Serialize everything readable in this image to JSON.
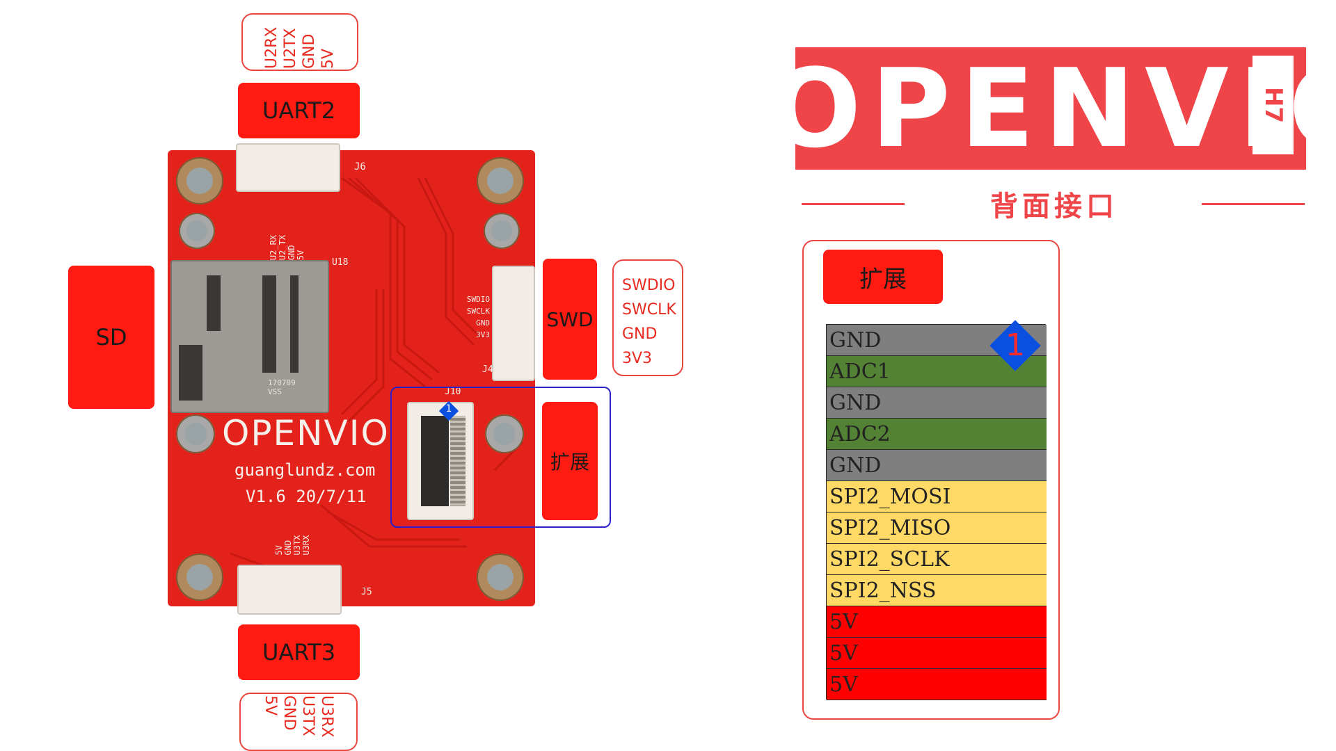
{
  "board": {
    "silk_brand": "OPENVIO",
    "silk_url": "guanglundz.com",
    "silk_version": "V1.6 20/7/11",
    "j6_silk": [
      "U2_RX",
      "U2_TX",
      "GND",
      "5V"
    ],
    "j5_silk": [
      "5V",
      "GND",
      "U3TX",
      "U3RX"
    ],
    "swd_silk": [
      "SWDIO",
      "SWCLK",
      "GND",
      "3V3"
    ],
    "ref_j6": "J6",
    "ref_j5": "J5",
    "ref_j4": "J4",
    "ref_j10": "J10",
    "ref_u18": "U18",
    "sd_print": "170709\nVSS",
    "pin1": "1"
  },
  "labels": {
    "uart2": "UART2",
    "uart3": "UART3",
    "sd": "SD",
    "swd": "SWD",
    "expansion": "扩展"
  },
  "pins": {
    "uart2": [
      "U2RX",
      "U2TX",
      "GND",
      "5V"
    ],
    "uart3": [
      "U3RX",
      "U3TX",
      "GND",
      "5V"
    ],
    "swd": [
      "SWDIO",
      "SWCLK",
      "GND",
      "3V3"
    ]
  },
  "header": {
    "logo_text": "OPENVIO",
    "logo_sub": "H7",
    "subtitle": "背面接口"
  },
  "panel": {
    "title": "扩展",
    "pin1_marker": "1",
    "rows": [
      {
        "label": "GND",
        "color": "#7f7f7f"
      },
      {
        "label": "ADC1",
        "color": "#548235"
      },
      {
        "label": "GND",
        "color": "#7f7f7f"
      },
      {
        "label": "ADC2",
        "color": "#548235"
      },
      {
        "label": "GND",
        "color": "#7f7f7f"
      },
      {
        "label": "SPI2_MOSI",
        "color": "#ffd966"
      },
      {
        "label": "SPI2_MISO",
        "color": "#ffd966"
      },
      {
        "label": "SPI2_SCLK",
        "color": "#ffd966"
      },
      {
        "label": "SPI2_NSS",
        "color": "#ffd966"
      },
      {
        "label": "5V",
        "color": "#ff0000"
      },
      {
        "label": "5V",
        "color": "#ff0000"
      },
      {
        "label": "5V",
        "color": "#ff0000"
      }
    ]
  },
  "colors": {
    "accent": "#ff1a12",
    "brand": "#ef4549",
    "highlight_box": "#2a20c8",
    "pin1_marker": "#0b4fe0"
  }
}
